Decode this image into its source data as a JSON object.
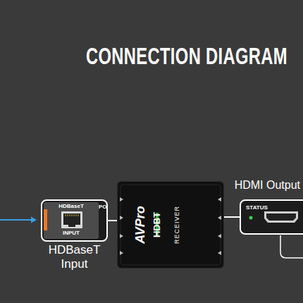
{
  "diagram": {
    "title": "CONNECTION DIAGRAM",
    "nodes": [
      {
        "text": [
          "HDBaseT",
          "INPUT",
          "PO",
          "HDBaseT Input"
        ]
      },
      {
        "text": [
          "AVPro",
          "HDBT",
          "RECEIVER"
        ]
      },
      {
        "text": [
          "HDMI Output",
          "STATUS"
        ]
      }
    ],
    "edges": [
      {
        "from": 0,
        "to": 1,
        "arrow": "none"
      },
      {
        "from": 1,
        "to": 2,
        "arrow": "none"
      }
    ]
  }
}
